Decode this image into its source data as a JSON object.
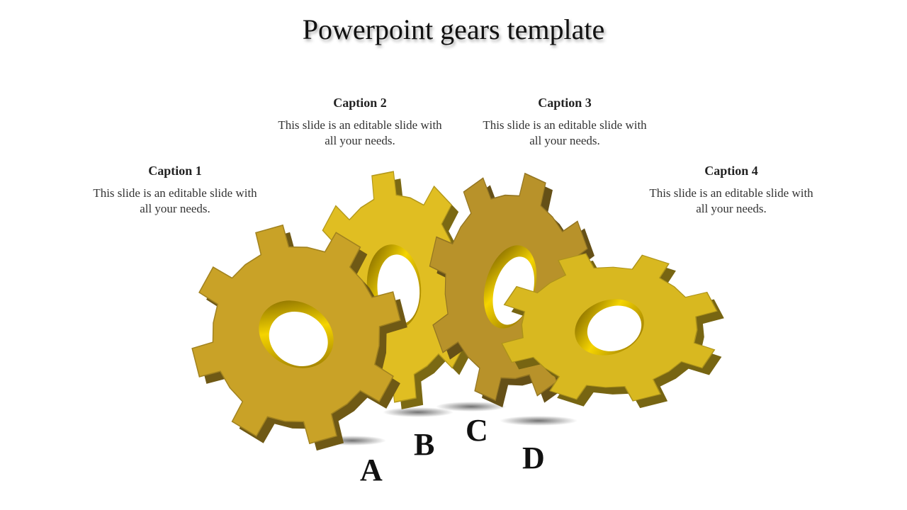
{
  "title": "Powerpoint gears template",
  "captions": [
    {
      "heading": "Caption 1",
      "text": "This slide is an editable slide with all your needs."
    },
    {
      "heading": "Caption 2",
      "text": "This slide is an editable slide with all your needs."
    },
    {
      "heading": "Caption 3",
      "text": "This slide is an editable slide with all your needs."
    },
    {
      "heading": "Caption 4",
      "text": "This slide is an editable slide with all your needs."
    }
  ],
  "gears": [
    {
      "label": "A",
      "color": "#C9A227"
    },
    {
      "label": "B",
      "color": "#E0BE22"
    },
    {
      "label": "C",
      "color": "#B8922A"
    },
    {
      "label": "D",
      "color": "#D8B820"
    }
  ]
}
